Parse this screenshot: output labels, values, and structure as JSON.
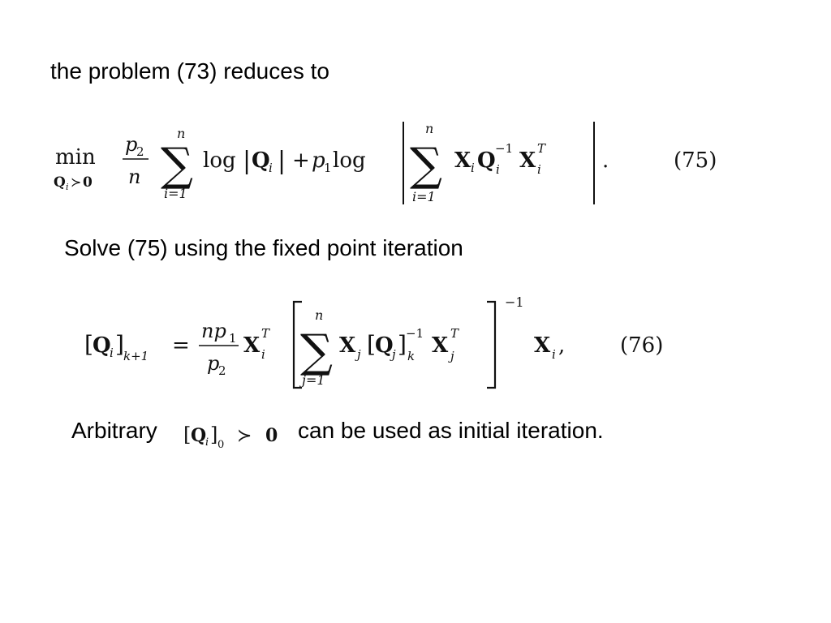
{
  "slide": {
    "intro_text": "the problem (73) reduces to",
    "solve_text": "Solve (75) using the fixed point iteration",
    "arbitrary_text": "Arbitrary",
    "initial_text": "can be used as initial iteration."
  },
  "equations": {
    "eq75": {
      "number": "(75)",
      "min_word": "min",
      "min_sub_Q": "Q",
      "min_sub_i": "i",
      "min_sub_rel": "≻",
      "min_sub_zero": "0",
      "frac_num_p": "p",
      "frac_num_sub": "2",
      "frac_den": "n",
      "sum_symbol": "∑",
      "sum_upper": "n",
      "sum_lower": "i=1",
      "log_word": "log",
      "bar": "|",
      "Q_bold": "Q",
      "sub_i": "i",
      "plus": "+",
      "p1_p": "p",
      "p1_sub": "1",
      "X_bold": "X",
      "sup_neg1": "−1",
      "sup_T": "T",
      "period": "."
    },
    "eq76": {
      "number": "(76)",
      "lbracket": "[",
      "rbracket": "]",
      "Q_bold": "Q",
      "sub_i": "i",
      "sub_k1": "k+1",
      "equals": "=",
      "frac_num": "np",
      "frac_num_sub": "1",
      "frac_den_p": "p",
      "frac_den_sub": "2",
      "X_bold": "X",
      "sup_T": "T",
      "sum_symbol": "∑",
      "sum_upper": "n",
      "sum_lower": "j=1",
      "sub_j": "j",
      "sub_k": "k",
      "sup_neg1": "−1",
      "comma": ","
    },
    "init": {
      "lbracket": "[",
      "rbracket": "]",
      "Q_bold": "Q",
      "sub_i": "i",
      "sub_zero": "0",
      "succ": "≻",
      "zero_bold": "0"
    }
  }
}
